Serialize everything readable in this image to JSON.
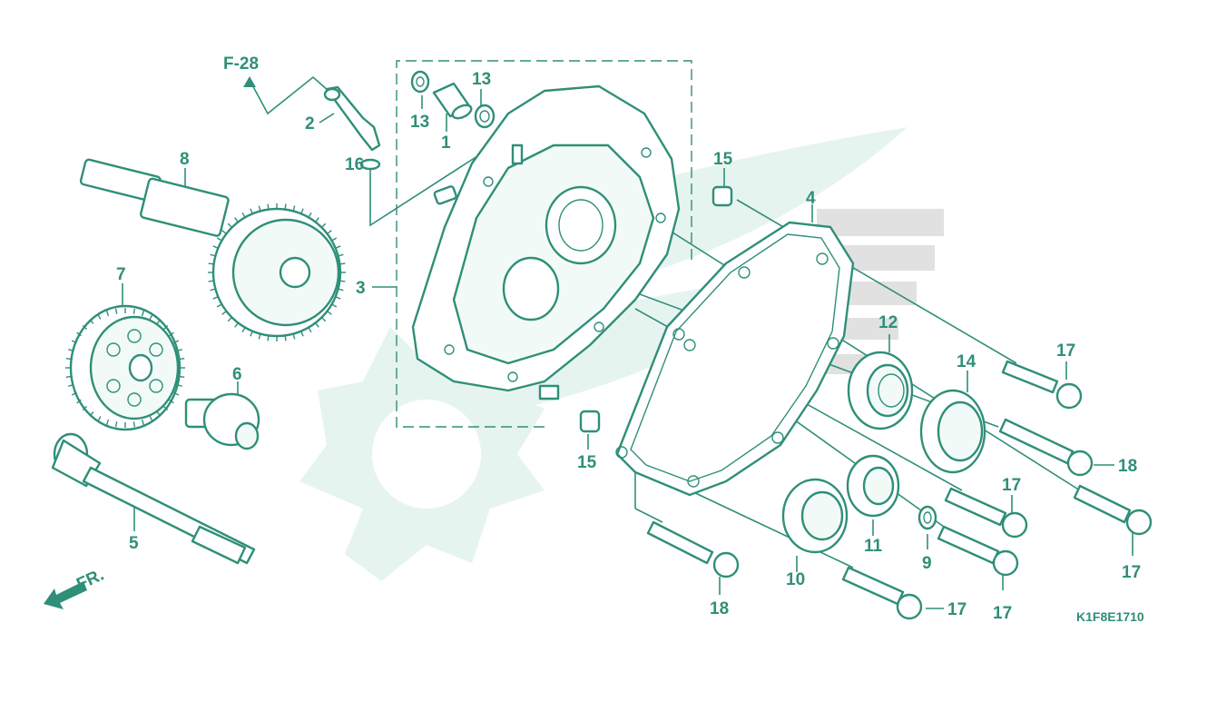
{
  "diagram": {
    "ref_arrow_label": "F-28",
    "direction_label": "FR.",
    "drawing_code": "K1F8E1710",
    "accent_color": "#2f8f78",
    "watermark_color": "#e3f3ee",
    "callouts": [
      "1",
      "2",
      "3",
      "4",
      "5",
      "6",
      "7",
      "8",
      "9",
      "10",
      "11",
      "12",
      "13",
      "13",
      "14",
      "15",
      "15",
      "16",
      "17",
      "17",
      "17",
      "17",
      "17",
      "18",
      "18"
    ]
  }
}
